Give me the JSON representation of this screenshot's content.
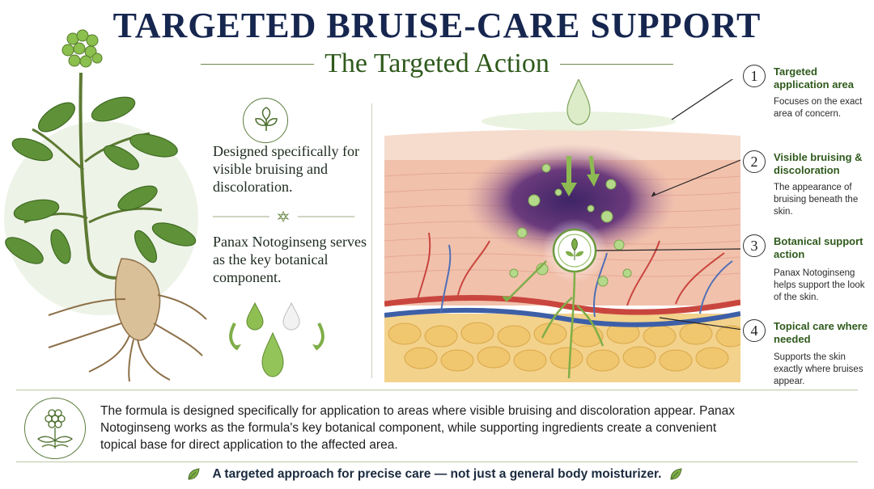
{
  "header": {
    "title": "TARGETED BRUISE-CARE SUPPORT",
    "subtitle": "The Targeted Action"
  },
  "left_panel": {
    "description_1": "Designed specifically for visible bruising and discoloration.",
    "description_2": "Panax Notoginseng serves as the key botanical component."
  },
  "steps": [
    {
      "number": "1",
      "title": "Targeted application area",
      "text": "Focuses on the exact area of concern."
    },
    {
      "number": "2",
      "title": "Visible bruising & discoloration",
      "text": "The appearance of bruising beneath the skin."
    },
    {
      "number": "3",
      "title": "Botanical support action",
      "text": "Panax Notoginseng helps support the look of the skin."
    },
    {
      "number": "4",
      "title": "Topical care where needed",
      "text": "Supports the skin exactly where bruises appear."
    }
  ],
  "footer": {
    "paragraph": "The formula is designed specifically for application to areas where visible bruising and discoloration appear. Panax Notoginseng works as the formula's key botanical component, while supporting ingredients create a convenient topical base for direct application to the affected area.",
    "tagline": "A targeted approach for precise care — not just a general body moisturizer."
  },
  "icons": {
    "top_badge": "three-leaf-icon",
    "divider": "flower-ornament-icon",
    "center": "leaf-target-icon",
    "bottom_badge": "ginseng-flower-icon",
    "tagline": "leaf-icon"
  },
  "colors": {
    "title": "#16264f",
    "accent_green": "#2f5a1c",
    "bruise": "#4b2a6e",
    "skin": "#f2c7b5",
    "fat": "#f0cc7a"
  }
}
